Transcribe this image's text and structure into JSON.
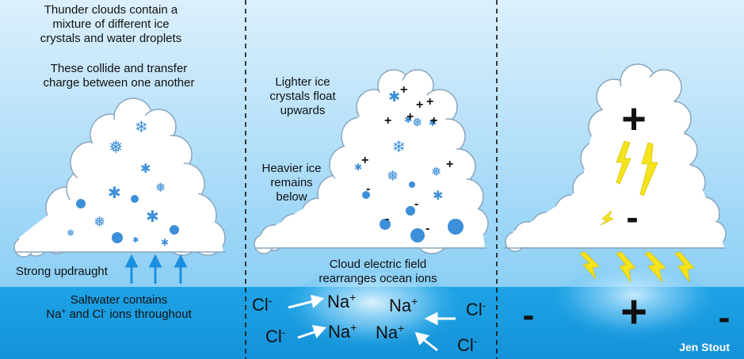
{
  "panel1": {
    "caption_lines": [
      "Thunder clouds contain a",
      "mixture of different ice",
      "crystals and water droplets"
    ],
    "caption2_lines": [
      "These collide and transfer",
      "charge between one another"
    ],
    "updraught_label": "Strong updraught",
    "sea_lines_line1": "Saltwater contains",
    "sea_line2": {
      "na": "Na",
      "na_sup": "+",
      "mid": " and Cl",
      "cl_sup": "-",
      "end": " ions throughout"
    }
  },
  "panel2": {
    "light_lines": [
      "Lighter ice",
      "crystals float",
      "upwards"
    ],
    "heavy_lines": [
      "Heavier ice",
      "remains",
      "below"
    ],
    "field_lines": [
      "Cloud electric field",
      "rearranges ocean ions"
    ],
    "ions": {
      "cl": "Cl",
      "cl_sup": "-",
      "na": "Na",
      "na_sup": "+"
    },
    "plus": "+",
    "minus": "-"
  },
  "panel3": {
    "cloud_plus": "+",
    "cloud_minus": "-",
    "sea_plus": "+",
    "sea_minus": "-"
  },
  "credit": "Jen Stout",
  "colors": {
    "sky_top": "#cfe9fb",
    "sky_bottom": "#8fd0f6",
    "sea": "#1a9fe3",
    "cloud_outline": "#8aa7bf",
    "ice": "#3d8fd9",
    "arrow": "#1a8fe0",
    "lightning": "#f2e21a"
  }
}
